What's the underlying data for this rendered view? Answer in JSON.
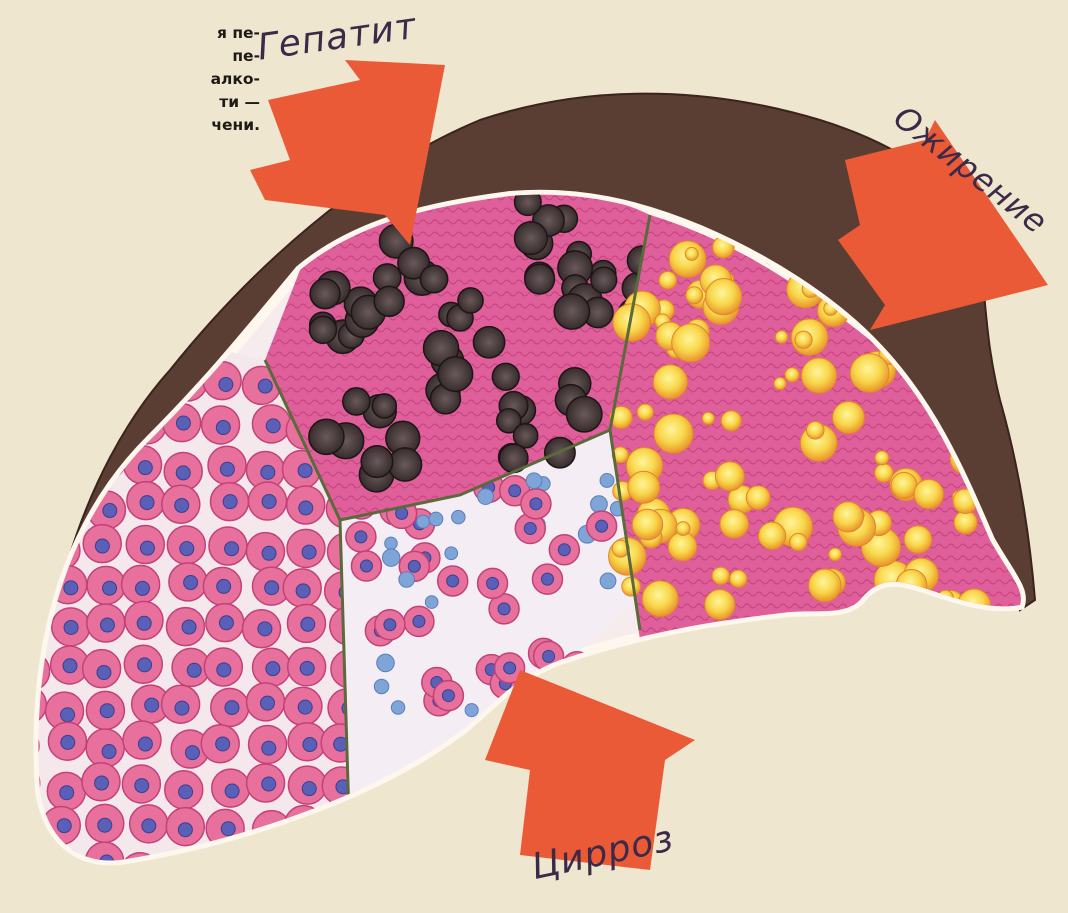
{
  "caption": {
    "lines": [
      "я пе-",
      "пе-",
      "алко-",
      "ти —",
      "чени."
    ]
  },
  "labels": {
    "hepatitis": "Гепатит",
    "obesity": "Ожирение",
    "cirrhosis": "Цирроз"
  },
  "colors": {
    "paper": "#efe6cf",
    "capsule": "#5a3d33",
    "arrow": "#ea5a37",
    "pink_tissue": "#e25d95",
    "healthy_cells": "#e7709c",
    "nuclei": "#5a5fb8",
    "hepatitis_cells": "#4a3d3d",
    "fat_droplets": "#f6d34a",
    "blood_cells": "#7fa4d8"
  }
}
